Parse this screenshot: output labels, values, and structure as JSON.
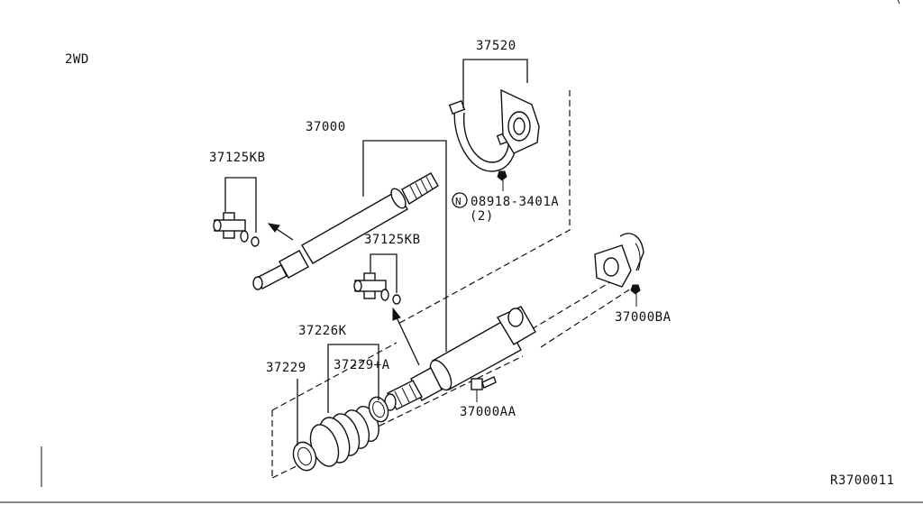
{
  "variant_label": "2WD",
  "footer_code": "R3700011",
  "callouts": {
    "center_bearing": "37520",
    "propeller_shaft": "37000",
    "joint_kit_upper": "37125KB",
    "joint_kit_lower": "37125KB",
    "nut_code": "08918-3401A",
    "nut_qty": "(2)",
    "nut_symbol": "N",
    "boot_kit": "37226K",
    "band_left": "37229",
    "band_right": "37229+A",
    "flange_nut": "37000BA",
    "flange_bolt": "37000AA"
  }
}
